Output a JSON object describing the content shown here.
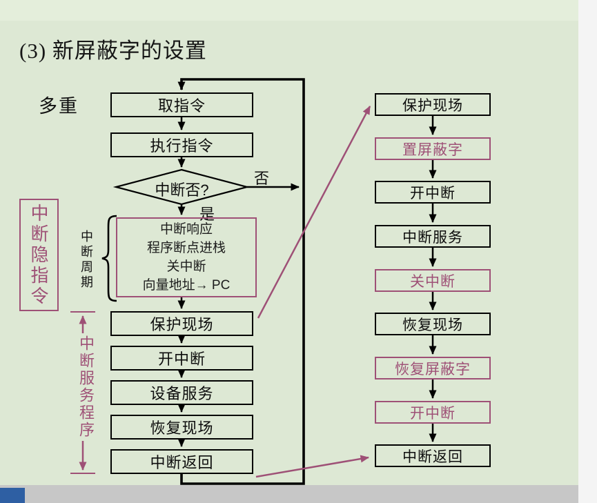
{
  "colors": {
    "background": "#dde8d4",
    "accent": "#9e5076",
    "line": "#000000"
  },
  "title": "(3) 新屏蔽字的设置",
  "side_labels": {
    "multiple": "多重",
    "branch_no": "否",
    "branch_yes": "是",
    "implicit_instruction": "中断隐指令",
    "interrupt_cycle": "中断周期",
    "service_program": "中断服务程序"
  },
  "main_flow": {
    "fetch": "取指令",
    "execute": "执行指令",
    "decision": "中断否?",
    "interrupt_response": [
      "中断响应",
      "程序断点进栈",
      "关中断",
      "向量地址→ PC"
    ],
    "steps": [
      "保护现场",
      "开中断",
      "设备服务",
      "恢复现场",
      "中断返回"
    ]
  },
  "service_flow": {
    "steps": [
      {
        "label": "保护现场",
        "accent": false
      },
      {
        "label": "置屏蔽字",
        "accent": true
      },
      {
        "label": "开中断",
        "accent": false
      },
      {
        "label": "中断服务",
        "accent": false
      },
      {
        "label": "关中断",
        "accent": true
      },
      {
        "label": "恢复现场",
        "accent": false
      },
      {
        "label": "恢复屏蔽字",
        "accent": true
      },
      {
        "label": "开中断",
        "accent": true
      },
      {
        "label": "中断返回",
        "accent": false
      }
    ]
  }
}
